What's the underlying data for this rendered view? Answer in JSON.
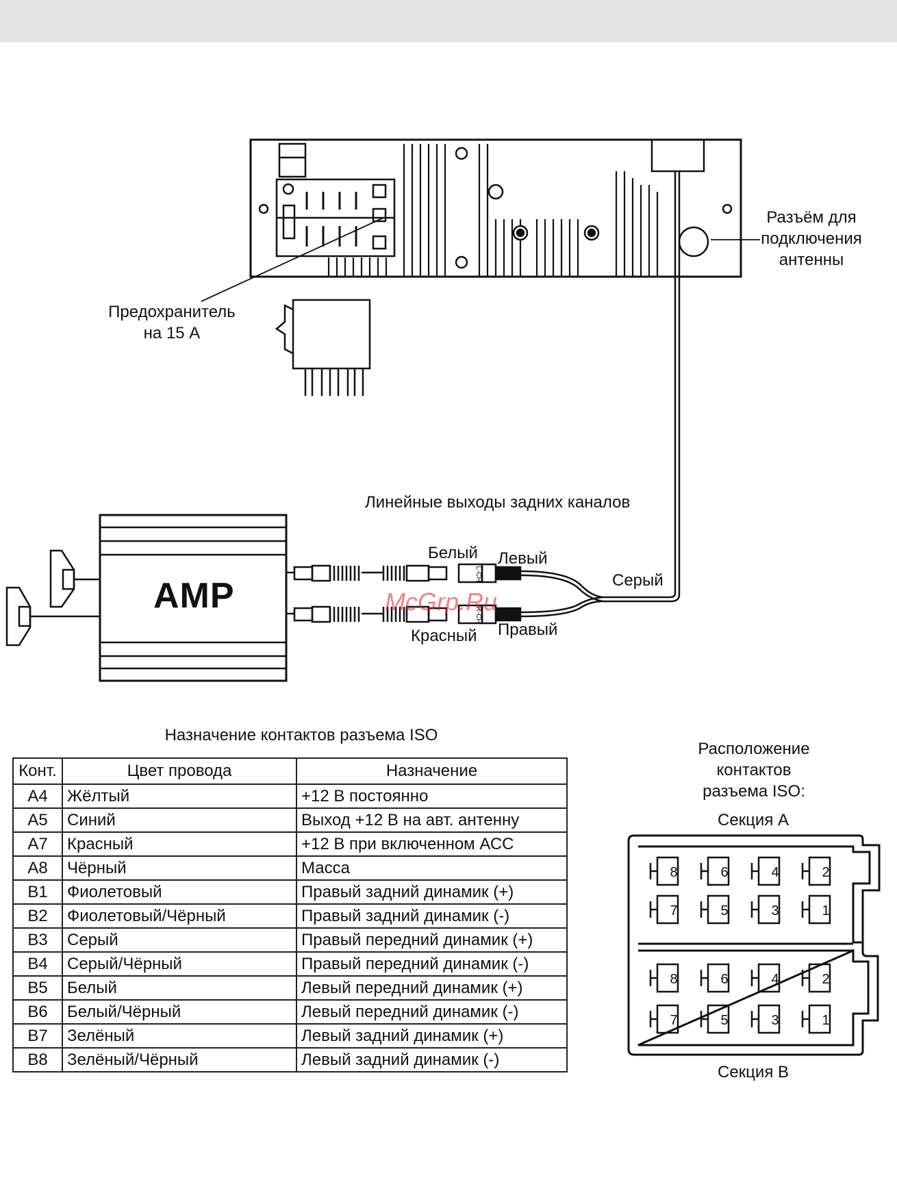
{
  "labels": {
    "antenna_connector": [
      "Разъём для",
      "подключения",
      "антенны"
    ],
    "fuse": [
      "Предохранитель",
      "на 15 А"
    ],
    "rear_line_outputs": "Линейные выходы задних каналов",
    "white": "Белый",
    "left": "Левый",
    "grey": "Серый",
    "red": "Красный",
    "right": "Правый",
    "amp": "AMP",
    "lch": "L-CH",
    "rch": "R-CH"
  },
  "watermark": "McGrp.Ru",
  "iso_table": {
    "title": "Назначение контактов разъема ISO",
    "headers": [
      "Конт.",
      "Цвет провода",
      "Назначение"
    ],
    "rows": [
      [
        "A4",
        "Жёлтый",
        "+12 В постоянно"
      ],
      [
        "A5",
        "Синий",
        "Выход +12 В на авт. антенну"
      ],
      [
        "A7",
        "Красный",
        "+12 В при включенном АСС"
      ],
      [
        "A8",
        "Чёрный",
        "Масса"
      ],
      [
        "B1",
        "Фиолетовый",
        "Правый задний динамик (+)"
      ],
      [
        "B2",
        "Фиолетовый/Чёрный",
        "Правый задний динамик (-)"
      ],
      [
        "B3",
        "Серый",
        "Правый передний динамик (+)"
      ],
      [
        "B4",
        "Серый/Чёрный",
        "Правый передний динамик (-)"
      ],
      [
        "B5",
        "Белый",
        "Левый передний динамик (+)"
      ],
      [
        "B6",
        "Белый/Чёрный",
        "Левый передний динамик (-)"
      ],
      [
        "B7",
        "Зелёный",
        "Левый задний динамик (+)"
      ],
      [
        "B8",
        "Зелёный/Чёрный",
        "Левый задний динамик (-)"
      ]
    ]
  },
  "iso_layout": {
    "title": [
      "Расположение",
      "контактов",
      "разъема ISO:"
    ],
    "section_a": "Секция А",
    "section_b": "Секция В",
    "pins_top_row": [
      "8",
      "6",
      "4",
      "2"
    ],
    "pins_bottom_row": [
      "7",
      "5",
      "3",
      "1"
    ]
  }
}
